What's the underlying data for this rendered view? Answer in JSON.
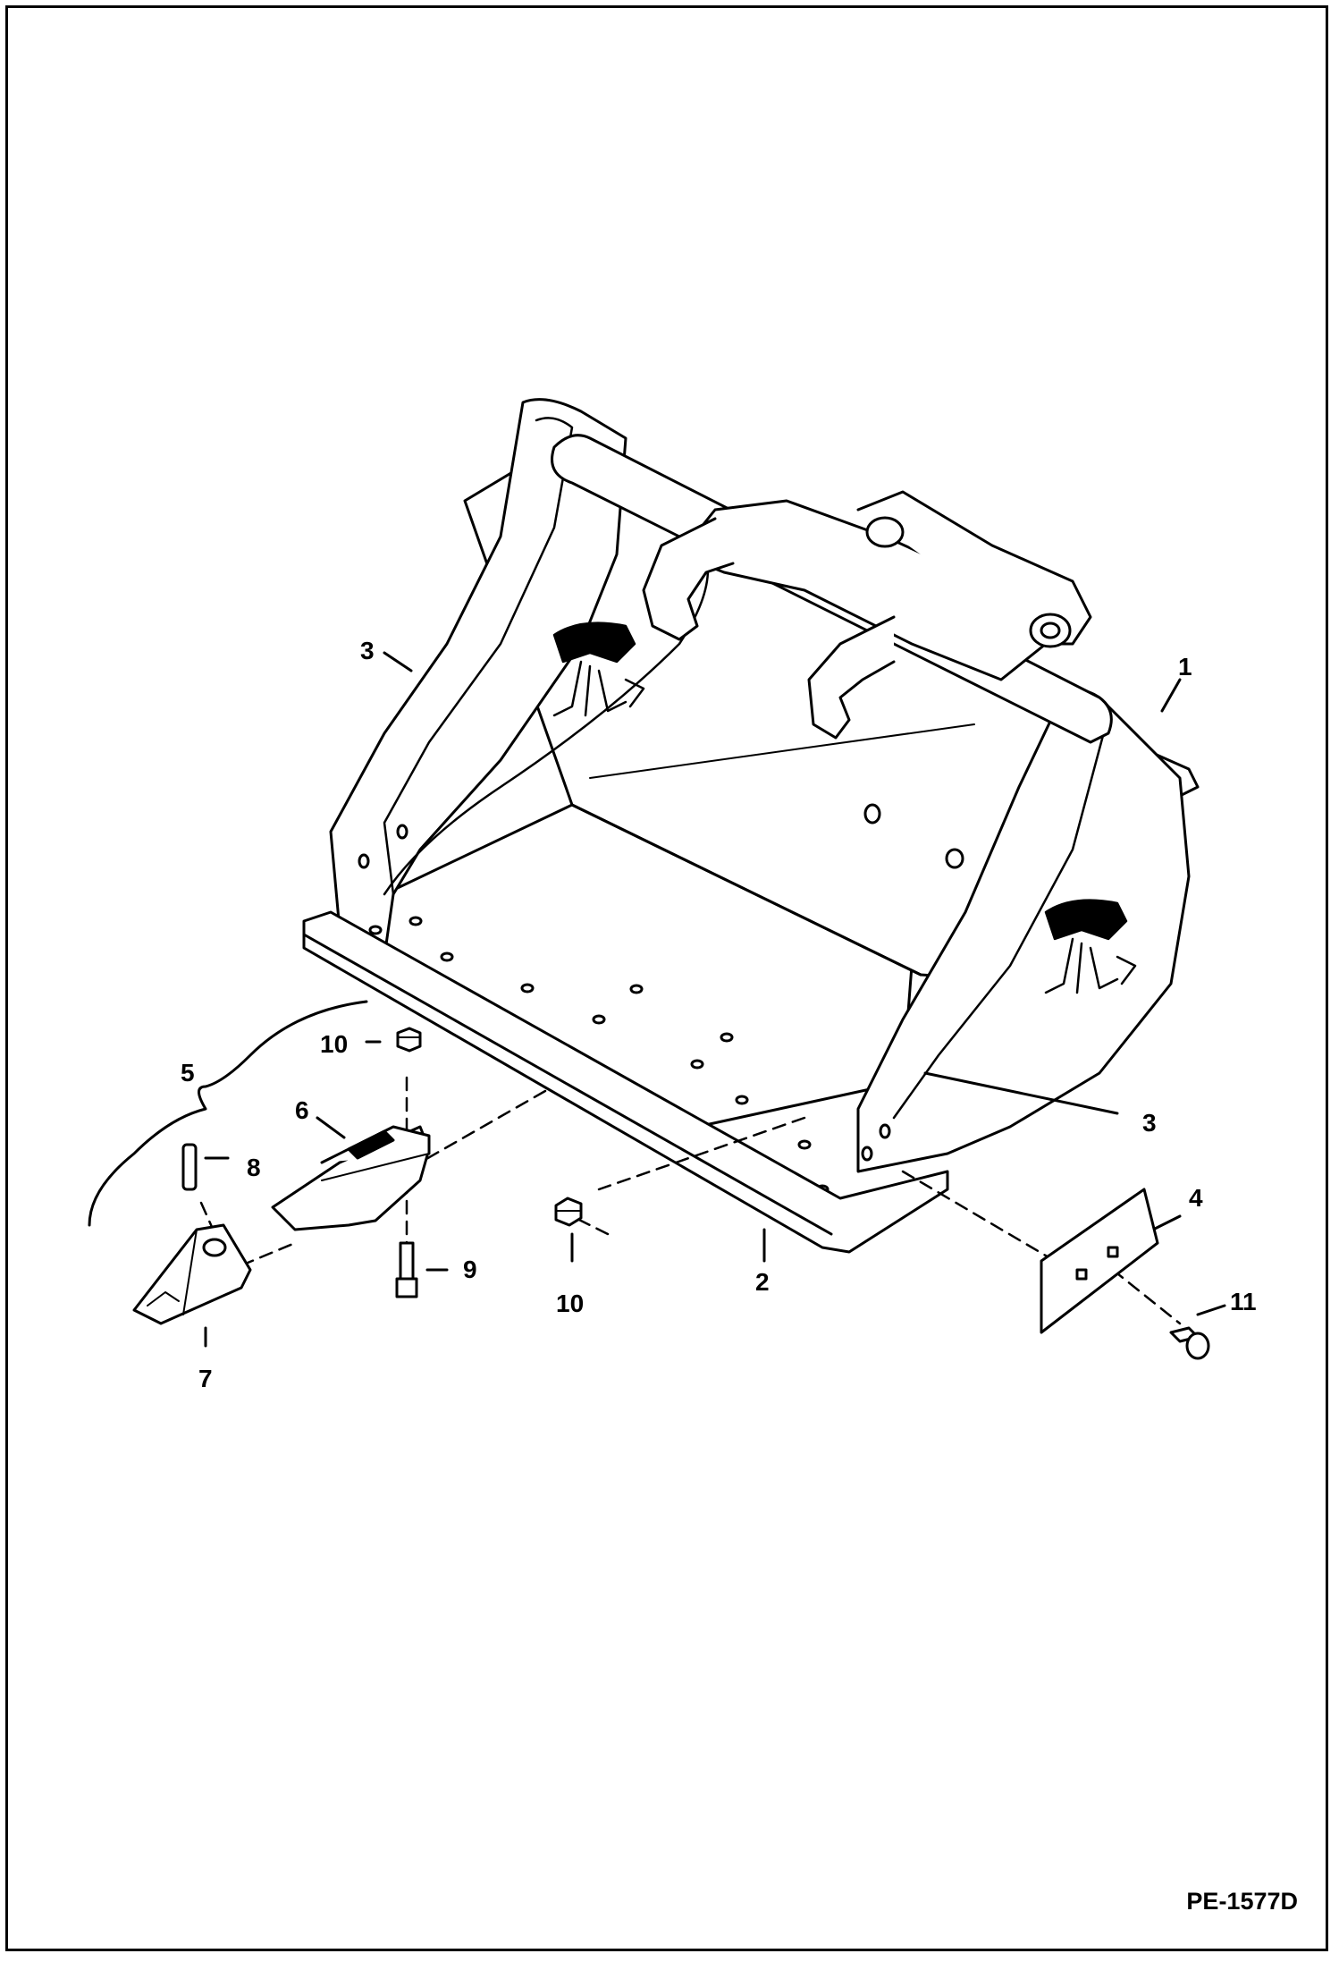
{
  "figure_id": "PE-1577D",
  "callouts": [
    {
      "name": "callout-1",
      "text": "1"
    },
    {
      "name": "callout-2",
      "text": "2"
    },
    {
      "name": "callout-3-left",
      "text": "3"
    },
    {
      "name": "callout-3-right",
      "text": "3"
    },
    {
      "name": "callout-4",
      "text": "4"
    },
    {
      "name": "callout-5",
      "text": "5"
    },
    {
      "name": "callout-6",
      "text": "6"
    },
    {
      "name": "callout-7",
      "text": "7"
    },
    {
      "name": "callout-8",
      "text": "8"
    },
    {
      "name": "callout-9",
      "text": "9"
    },
    {
      "name": "callout-10-upper",
      "text": "10"
    },
    {
      "name": "callout-10-lower",
      "text": "10"
    },
    {
      "name": "callout-11",
      "text": "11"
    }
  ]
}
